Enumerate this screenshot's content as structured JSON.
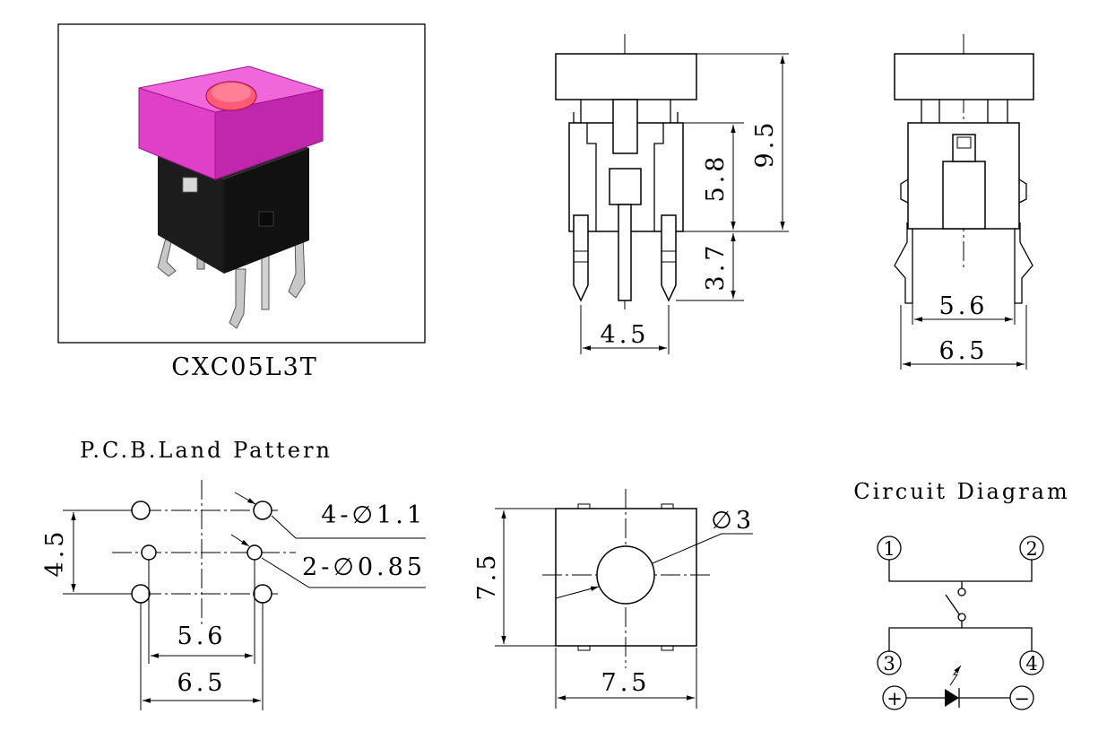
{
  "part_number": "CXC05L3T",
  "pcb_title": "P.C.B.Land Pattern",
  "circuit_title": "Circuit Diagram",
  "side_view": {
    "height_total": "9.5",
    "body_height": "5.8",
    "pin_length": "3.7",
    "pin_pitch": "4.5"
  },
  "front_view": {
    "inner_width": "5.6",
    "outer_width": "6.5"
  },
  "pcb": {
    "row_pitch": "4.5",
    "inner_width": "5.6",
    "outer_width": "6.5",
    "hole_large": "4-∅1.1",
    "hole_small": "2-∅0.85"
  },
  "top_view": {
    "height": "7.5",
    "width": "7.5",
    "hole": "∅3"
  },
  "circuit": {
    "pins": [
      "1",
      "2",
      "3",
      "4"
    ],
    "plus": "+",
    "minus": "−"
  },
  "colors": {
    "cap": "#e040c8",
    "cap_dark": "#b2189a",
    "lens": "#ff5a78",
    "body": "#1a1a1a",
    "terminal": "#c8c8c8"
  }
}
